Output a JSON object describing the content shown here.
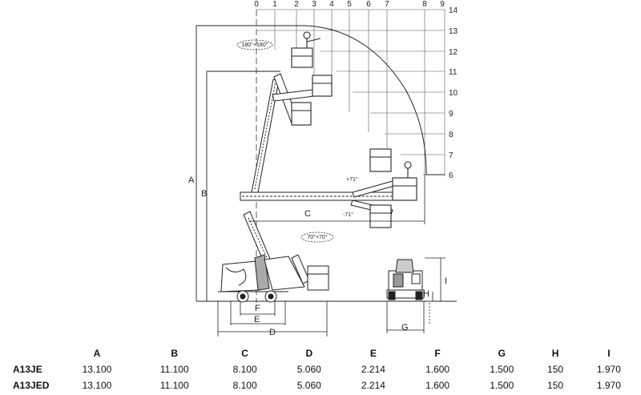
{
  "diagram": {
    "scale_x": [
      "0",
      "1",
      "2",
      "3",
      "4",
      "5",
      "6",
      "7",
      "8",
      "9"
    ],
    "scale_y": [
      "6",
      "7",
      "8",
      "9",
      "10",
      "11",
      "12",
      "13",
      "14"
    ],
    "dim_labels": {
      "A": "A",
      "B": "B",
      "C": "C",
      "D": "D",
      "E": "E",
      "F": "F",
      "G": "G",
      "H": "H",
      "I": "I"
    },
    "rotation_top": "180°+180°",
    "rotation_mid": "70°+70°",
    "angle_up": "+71°",
    "angle_down": "-71°"
  },
  "table": {
    "headers": [
      "A",
      "B",
      "C",
      "D",
      "E",
      "F",
      "G",
      "H",
      "I"
    ],
    "rows": [
      {
        "model": "A13JE",
        "values": [
          "13.100",
          "11.100",
          "8.100",
          "5.060",
          "2.214",
          "1.600",
          "1.500",
          "150",
          "1.970"
        ]
      },
      {
        "model": "A13JED",
        "values": [
          "13.100",
          "11.100",
          "8.100",
          "5.060",
          "2.214",
          "1.600",
          "1.500",
          "150",
          "1.970"
        ]
      }
    ]
  }
}
